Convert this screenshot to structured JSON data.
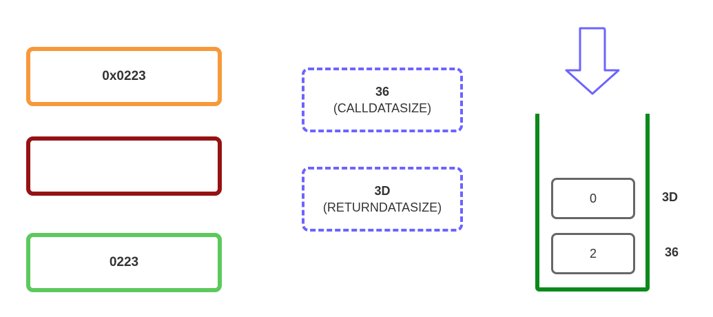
{
  "colors": {
    "orange": "#f7993a",
    "dark_red": "#961212",
    "light_green": "#5cc95c",
    "purple": "#6c63ff",
    "stack_green": "#0a8a1a",
    "item_gray": "#666666"
  },
  "left_boxes": [
    {
      "text": "0x0223",
      "color": "#f7993a"
    },
    {
      "text": "",
      "color": "#961212"
    },
    {
      "text": "0223",
      "color": "#5cc95c"
    }
  ],
  "opcodes": [
    {
      "value": "36",
      "name": "(CALLDATASIZE)"
    },
    {
      "value": "3D",
      "name": "(RETURNDATASIZE)"
    }
  ],
  "stack": {
    "items": [
      {
        "value": "0",
        "label": "3D"
      },
      {
        "value": "2",
        "label": "36"
      }
    ],
    "push_arrow_icon": "down-arrow-icon"
  }
}
